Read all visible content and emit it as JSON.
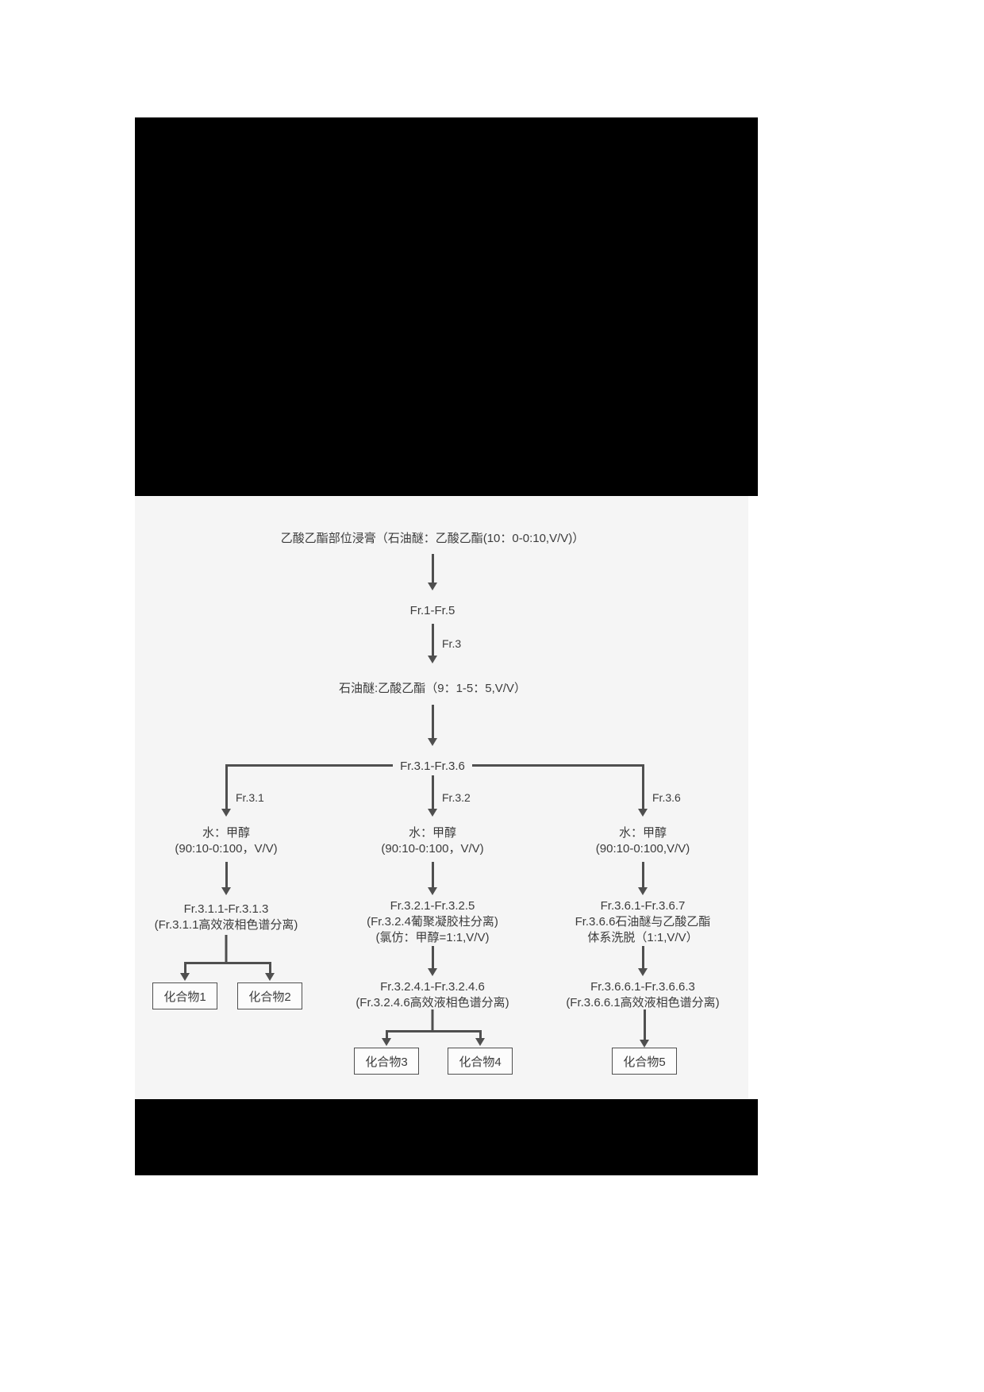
{
  "colors": {
    "page_background": "#ffffff",
    "diagram_background": "#f5f5f5",
    "redacted_block": "#000000",
    "line_color": "#4f4f4f",
    "text_color": "#3c3c3c"
  },
  "flowchart": {
    "root": "乙酸乙酯部位浸膏（石油醚：乙酸乙酯(10：0-0:10,V/V)）",
    "fractions_1": "Fr.1-Fr.5",
    "selected_fraction_label": "Fr.3",
    "solvent_system_1": "石油醚:乙酸乙酯（9：1-5：5,V/V）",
    "fractions_2": "Fr.3.1-Fr.3.6",
    "branches": {
      "left": {
        "label": "Fr.3.1",
        "solvent_line1": "水：甲醇",
        "solvent_line2": "(90:10-0:100，V/V)",
        "fractions_line1": "Fr.3.1.1-Fr.3.1.3",
        "fractions_line2": "(Fr.3.1.1高效液相色谱分离)",
        "compounds": [
          "化合物1",
          "化合物2"
        ]
      },
      "center": {
        "label": "Fr.3.2",
        "solvent_line1": "水：甲醇",
        "solvent_line2": "(90:10-0:100，V/V)",
        "fractions_line1": "Fr.3.2.1-Fr.3.2.5",
        "fractions_line2": "(Fr.3.2.4葡聚凝胶柱分离)",
        "fractions_line3": "(氯仿：甲醇=1:1,V/V)",
        "subfractions_line1": "Fr.3.2.4.1-Fr.3.2.4.6",
        "subfractions_line2": "(Fr.3.2.4.6高效液相色谱分离)",
        "compounds": [
          "化合物3",
          "化合物4"
        ]
      },
      "right": {
        "label": "Fr.3.6",
        "solvent_line1": "水：甲醇",
        "solvent_line2": "(90:10-0:100,V/V)",
        "fractions_line1": "Fr.3.6.1-Fr.3.6.7",
        "fractions_line2": "Fr.3.6.6石油醚与乙酸乙酯",
        "fractions_line3": "体系洗脱（1:1,V/V）",
        "subfractions_line1": "Fr.3.6.6.1-Fr.3.6.6.3",
        "subfractions_line2": "(Fr.3.6.6.1高效液相色谱分离)",
        "compounds": [
          "化合物5"
        ]
      }
    }
  }
}
